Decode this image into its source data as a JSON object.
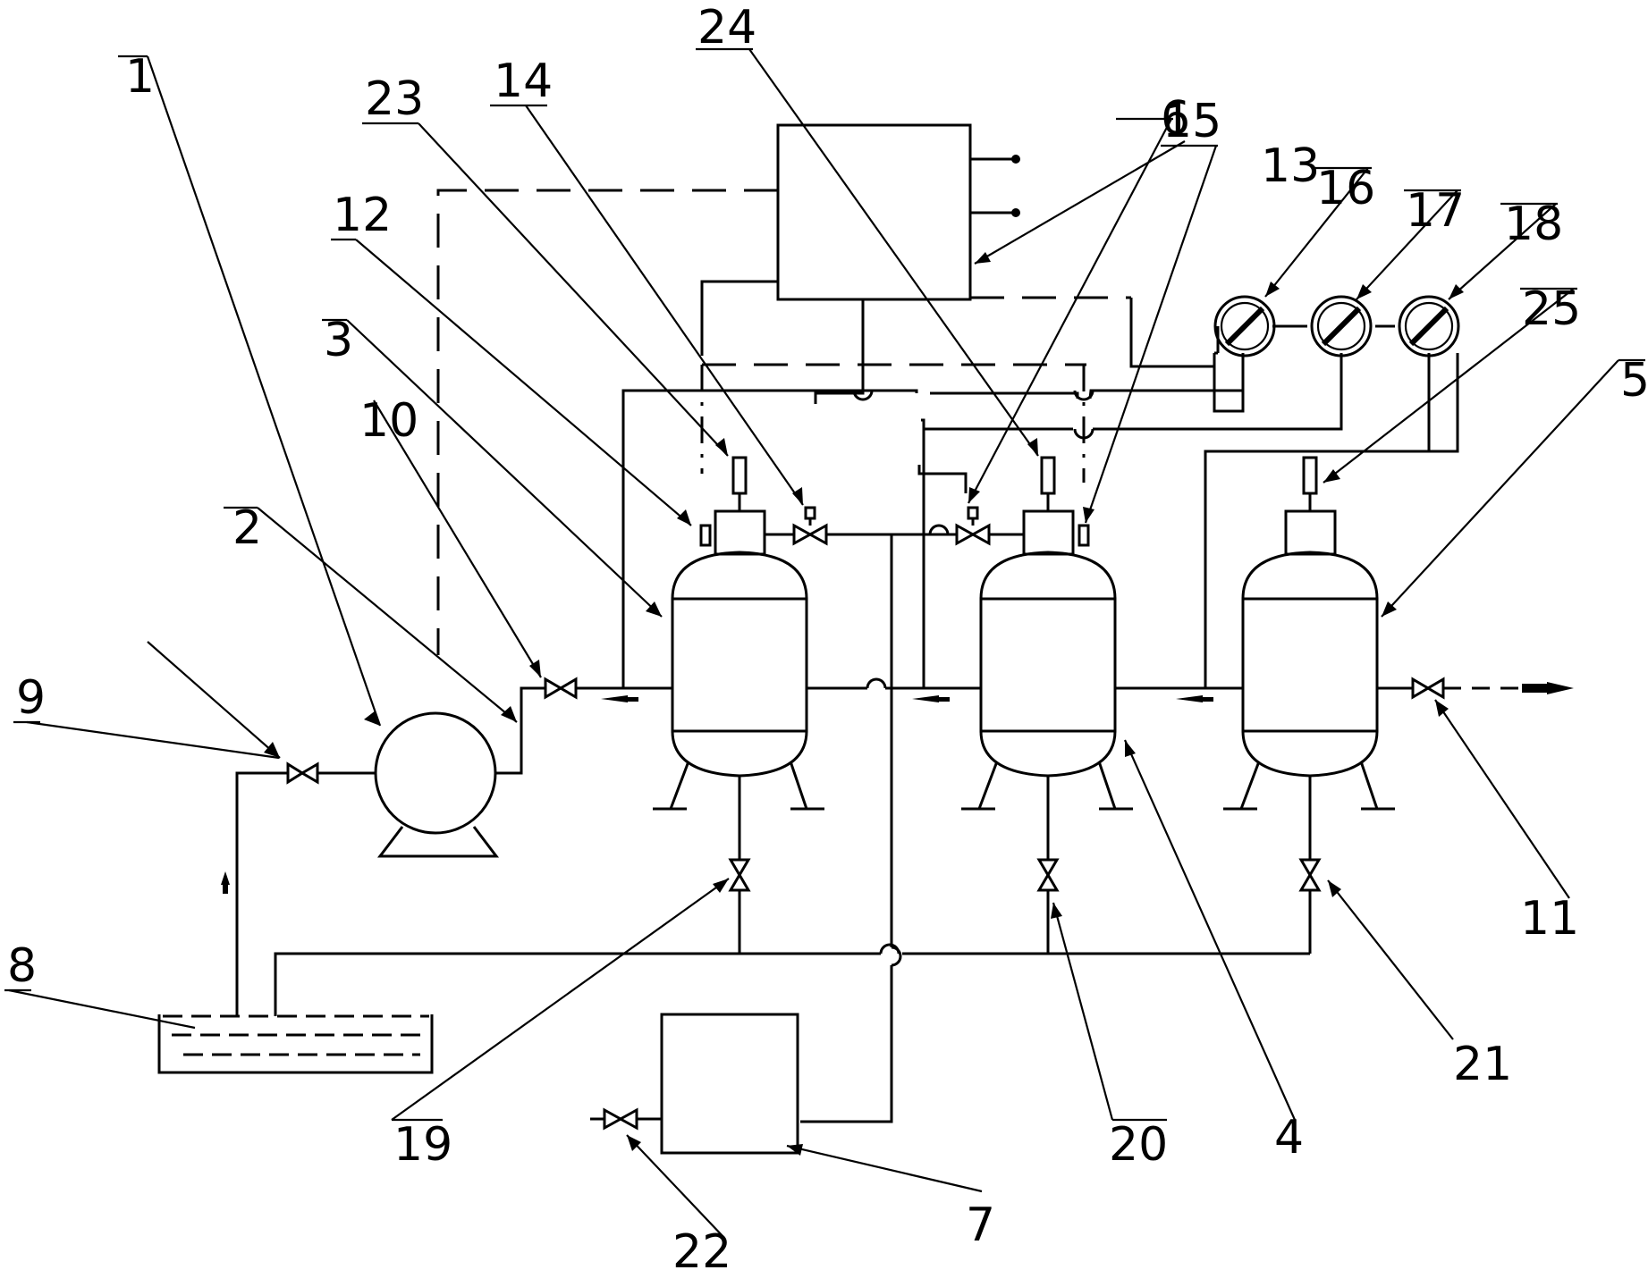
{
  "labels": {
    "n1": "1",
    "n2": "2",
    "n3": "3",
    "n4": "4",
    "n5": "5",
    "n6": "6",
    "n7": "7",
    "n8": "8",
    "n9": "9",
    "n10": "10",
    "n11": "11",
    "n12": "12",
    "n13": "13",
    "n14": "14",
    "n15": "15",
    "n16": "16",
    "n17": "17",
    "n18": "18",
    "n19": "19",
    "n20": "20",
    "n21": "21",
    "n22": "22",
    "n23": "23",
    "n24": "24",
    "n25": "25"
  },
  "icons": {
    "valve": "valve-icon",
    "pump": "pump-icon",
    "tank": "reactor-tank-icon",
    "gauge": "gauge-icon",
    "flow_arrow": "flow-arrow-icon"
  }
}
